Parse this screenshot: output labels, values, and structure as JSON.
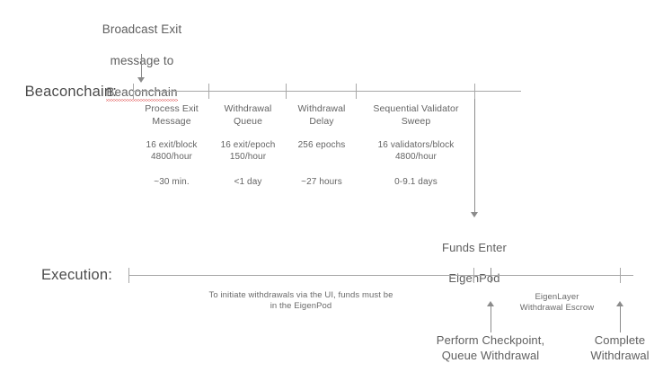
{
  "diagram": {
    "title_block": {
      "line1": "Broadcast Exit",
      "line2": "message to",
      "line3": "Beaconchain"
    },
    "lanes": [
      {
        "name": "beaconchain",
        "label": "Beaconchain:"
      },
      {
        "name": "execution",
        "label": "Execution:"
      }
    ],
    "beaconchain_phases": [
      {
        "title": "Process Exit\nMessage",
        "rate": "16 exit/block\n4800/hour",
        "time": "~30 min."
      },
      {
        "title": "Withdrawal\nQueue",
        "rate": "16 exit/epoch\n150/hour",
        "time": "<1 day"
      },
      {
        "title": "Withdrawal\nDelay",
        "rate": "256 epochs",
        "time": "~27 hours"
      },
      {
        "title": "Sequential Validator\nSweep",
        "rate": "16 validators/block\n4800/hour",
        "time": "0-9.1 days"
      }
    ],
    "funds_enter": {
      "line1": "Funds Enter",
      "line2": "EigenPod"
    },
    "execution_note": "To initiate withdrawals via the UI, funds must be\nin the EigenPod",
    "escrow_note": "EigenLayer\nWithdrawal Escrow",
    "execution_milestones": [
      {
        "name": "perform-checkpoint",
        "label": "Perform Checkpoint,\nQueue Withdrawal"
      },
      {
        "name": "complete-withdrawal",
        "label": "Complete\nWithdrawal"
      }
    ],
    "colors": {
      "text": "#5f5f5f",
      "line": "#a8a8a8",
      "arrow": "#8b8b8b",
      "spellcheck_underline": "#e04a4a",
      "background": "#ffffff"
    }
  }
}
